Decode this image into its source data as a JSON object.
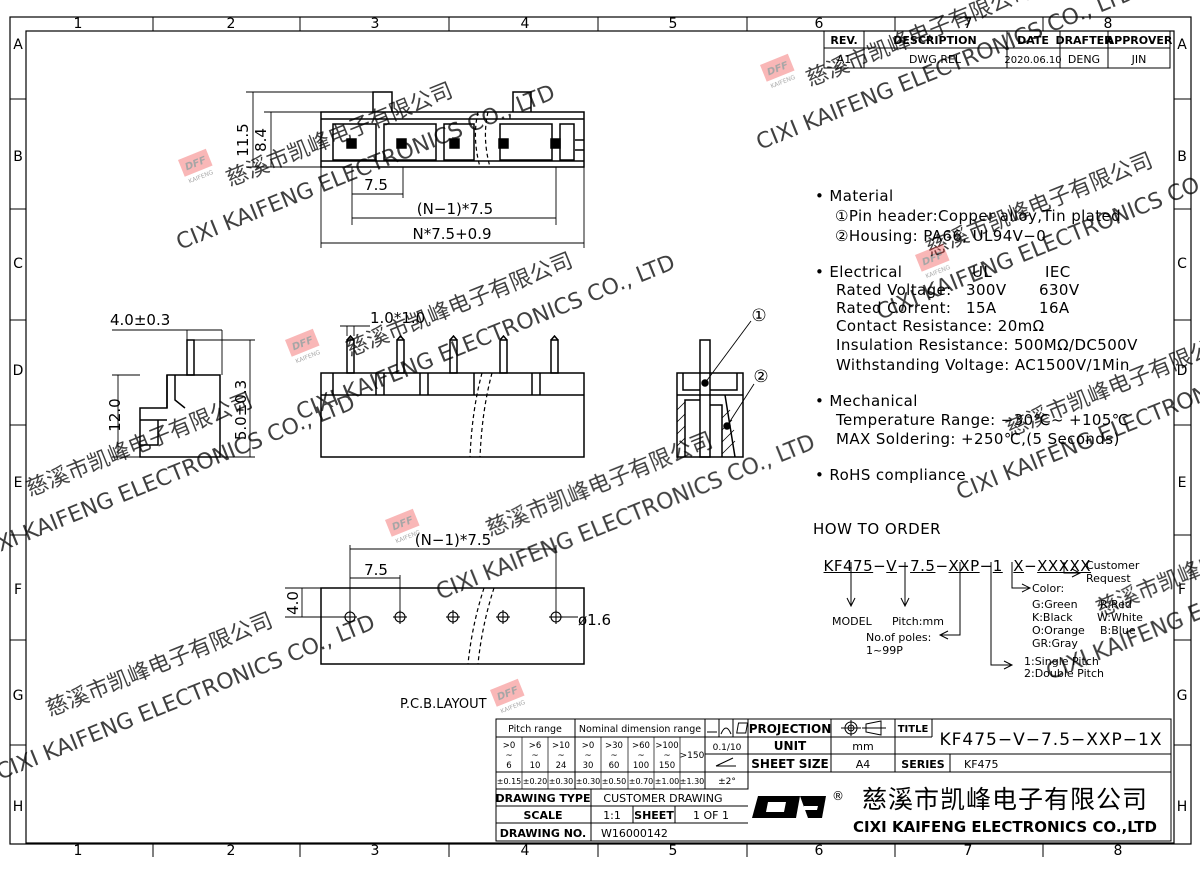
{
  "frame": {
    "columns": [
      "1",
      "2",
      "3",
      "4",
      "5",
      "6",
      "7",
      "8"
    ],
    "rows": [
      "A",
      "B",
      "C",
      "D",
      "E",
      "F",
      "G",
      "H"
    ]
  },
  "revision": {
    "headers": [
      "REV.",
      "DESCRIPTION",
      "DATE",
      "DRAFTER",
      "APPROVER"
    ],
    "row": [
      "A1",
      "DWG.REL",
      "2020.06.10",
      "DENG",
      "JIN"
    ]
  },
  "dimensions": {
    "top_height_overall": "11.5",
    "top_height_inner": "8.4",
    "pitch": "7.5",
    "pitch_span": "(N−1)*7.5",
    "overall_length": "N*7.5+0.9",
    "side_pin_offset": "4.0±0.3",
    "pin_size": "1.0*1.0",
    "side_height": "12.0",
    "pin_projection": "5.0±0.3",
    "pcb_pitch_span": "(N−1)*7.5",
    "pcb_pitch": "7.5",
    "pcb_row_offset": "4.0",
    "hole_diameter": "ø1.6"
  },
  "callouts": {
    "one": "①",
    "two": "②"
  },
  "pcb_label": "P.C.B.LAYOUT",
  "specs": {
    "material_title": "• Material",
    "material_1": "①Pin header:Copper alloy,Tin plated",
    "material_2": "②Housing: PA66, UL94V−0",
    "electrical_title": "• Electrical",
    "col_ul": "UL",
    "col_iec": "IEC",
    "voltage_label": "Rated Voltage:",
    "voltage_ul": "300V",
    "voltage_iec": "630V",
    "current_label": "Rated Corrent:",
    "current_ul": "15A",
    "current_iec": "16A",
    "contact": "Contact Resistance: 20mΩ",
    "insulation": "Insulation Resistance: 500MΩ/DC500V",
    "withstand": "Withstanding Voltage: AC1500V/1Min",
    "mechanical_title": "• Mechanical",
    "temperature": "Temperature Range: −30℃~ +105℃",
    "soldering": "MAX Soldering: +250℃,(5 Seconds)",
    "rohs": "• RoHS compliance"
  },
  "order": {
    "title": "HOW TO ORDER",
    "code_parts": [
      "KF475",
      "V",
      "7.5",
      "XXP",
      "1",
      "X",
      "XXXXX"
    ],
    "model": "MODEL",
    "pitch": "Pitch:mm",
    "poles": "No.of poles:",
    "poles_range": "1~99P",
    "pitch_type_1": "1:Single Pitch",
    "pitch_type_2": "2:Double Pitch",
    "color_title": "Color:",
    "colors": [
      "G:Green",
      "R:Red",
      "K:Black",
      "W:White",
      "O:Orange",
      "B:Blue",
      "GR:Gray"
    ],
    "customer": "Customer",
    "request": "Request"
  },
  "tolerance": {
    "pitch_range": "Pitch range",
    "nominal": "Nominal dimension range",
    "pitch_cols": [
      ">0",
      "~",
      "6",
      ">6",
      "~",
      "10",
      ">10",
      "~",
      "24"
    ],
    "nominal_cols": [
      ">0",
      "~",
      "30",
      ">30",
      "~",
      "60",
      ">60",
      "~",
      "100",
      ">100",
      "~",
      "150"
    ],
    "over150": ">150",
    "tols": [
      "±0.15",
      "±0.20",
      "±0.30",
      "±0.30",
      "±0.50",
      "±0.70",
      "±1.00",
      "±1.30"
    ],
    "angle_tol": "±2°",
    "flat_tol": "0.1/10"
  },
  "title_block": {
    "projection": "PROJECTION",
    "unit_label": "UNIT",
    "unit_value": "mm",
    "sheet_size_label": "SHEET SIZE",
    "sheet_size_value": "A4",
    "title_label": "TITLE",
    "title_value": "KF475−V−7.5−XXP−1X",
    "series_label": "SERIES",
    "series_value": "KF475",
    "drawing_type_label": "DRAWING TYPE",
    "drawing_type_value": "CUSTOMER DRAWING",
    "scale_label": "SCALE",
    "scale_value": "1:1",
    "sheet_label": "SHEET",
    "sheet_value": "1 OF 1",
    "drawing_no_label": "DRAWING NO.",
    "drawing_no_value": "W16000142",
    "company_cn": "慈溪市凯峰电子有限公司",
    "company_en": "CIXI KAIFENG ELECTRONICS CO.,LTD",
    "registered": "®"
  },
  "watermark": {
    "cn": "慈溪市凯峰电子有限公司",
    "en": "CIXI KAIFENG ELECTRONICS CO., LTD",
    "logo_top": "DFF",
    "logo_bottom": "KAIFENG"
  }
}
